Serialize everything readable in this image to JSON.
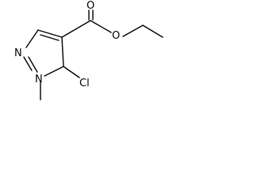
{
  "molecule": {
    "atoms": {
      "carbonyl_oxygen": "O",
      "ester_oxygen": "O",
      "ring_nitrogen_2": "N",
      "ring_nitrogen_1": "N",
      "chlorine": "Cl"
    }
  },
  "colors": {
    "line": "#000000",
    "background": "#ffffff"
  }
}
